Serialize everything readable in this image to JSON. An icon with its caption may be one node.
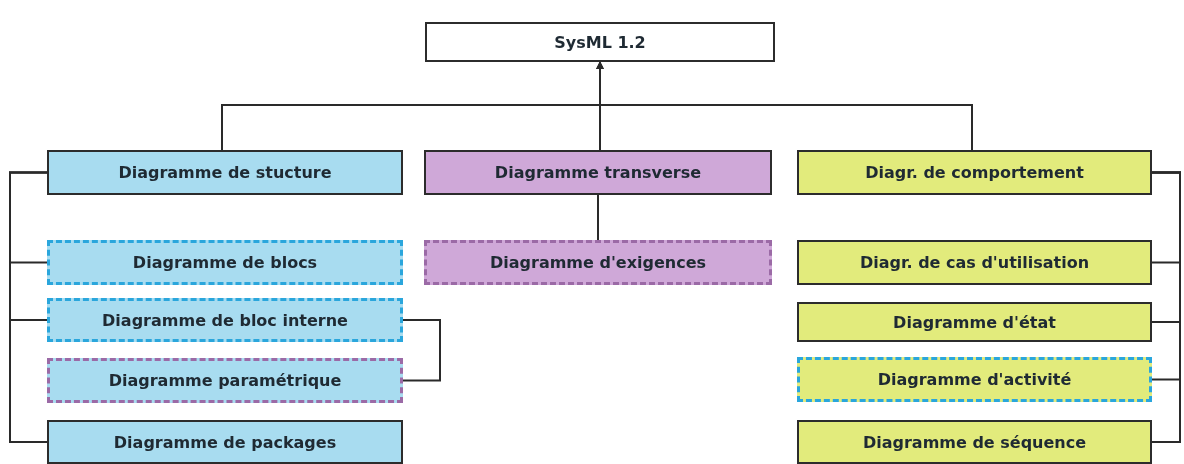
{
  "diagram": {
    "nodes": [
      {
        "text": [
          "SysML 1.2"
        ]
      },
      {
        "text": [
          "Diagramme de stucture"
        ]
      },
      {
        "text": [
          "Diagramme transverse"
        ]
      },
      {
        "text": [
          "Diagr. de comportement"
        ]
      },
      {
        "text": [
          "Diagramme de blocs"
        ]
      },
      {
        "text": [
          "Diagramme de bloc interne"
        ]
      },
      {
        "text": [
          "Diagramme paramétrique"
        ]
      },
      {
        "text": [
          "Diagramme de packages"
        ]
      },
      {
        "text": [
          "Diagramme d'exigences"
        ]
      },
      {
        "text": [
          "Diagr. de cas d'utilisation"
        ]
      },
      {
        "text": [
          "Diagramme d'état"
        ]
      },
      {
        "text": [
          "Diagramme d'activité"
        ]
      },
      {
        "text": [
          "Diagramme de séquence"
        ]
      }
    ],
    "edges": [
      {
        "from": 1,
        "to": 0,
        "arrow": "to"
      },
      {
        "from": 2,
        "to": 0,
        "arrow": "to"
      },
      {
        "from": 3,
        "to": 0,
        "arrow": "to"
      },
      {
        "from": 1,
        "to": 4,
        "arrow": "none"
      },
      {
        "from": 1,
        "to": 5,
        "arrow": "none"
      },
      {
        "from": 1,
        "to": 7,
        "arrow": "none"
      },
      {
        "from": 5,
        "to": 6,
        "arrow": "none"
      },
      {
        "from": 2,
        "to": 8,
        "arrow": "none"
      },
      {
        "from": 3,
        "to": 9,
        "arrow": "none"
      },
      {
        "from": 3,
        "to": 10,
        "arrow": "none"
      },
      {
        "from": 3,
        "to": 11,
        "arrow": "none"
      },
      {
        "from": 3,
        "to": 12,
        "arrow": "none"
      }
    ]
  }
}
